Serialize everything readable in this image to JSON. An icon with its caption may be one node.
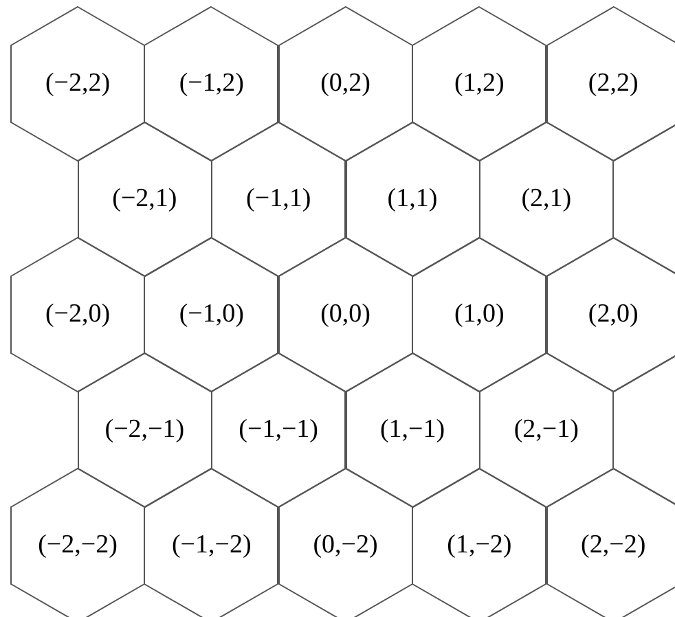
{
  "diagram": {
    "nodes": [
      {
        "text": [
          "(−2,2)"
        ]
      },
      {
        "text": [
          "(−1,2)"
        ]
      },
      {
        "text": [
          "(0,2)"
        ]
      },
      {
        "text": [
          "(1,2)"
        ]
      },
      {
        "text": [
          "(2,2)"
        ]
      },
      {
        "text": [
          "(−2,1)"
        ]
      },
      {
        "text": [
          "(−1,1)"
        ]
      },
      {
        "text": [
          "(1,1)"
        ]
      },
      {
        "text": [
          "(2,1)"
        ]
      },
      {
        "text": [],
        "shape": "hexagon"
      },
      {
        "text": [
          "(−2,0)"
        ]
      },
      {
        "text": [
          "(−1,0)"
        ]
      },
      {
        "text": [
          "(0,0)"
        ]
      },
      {
        "text": [
          "(1,0)"
        ]
      },
      {
        "text": [
          "(2,0)"
        ]
      },
      {
        "text": [
          "(−2,−1)"
        ]
      },
      {
        "text": [
          "(−1,−1)"
        ]
      },
      {
        "text": [
          "(1,−1)"
        ]
      },
      {
        "text": [
          "(2,−1)"
        ]
      },
      {
        "text": [],
        "shape": "hexagon"
      },
      {
        "text": [
          "(−2,−2)"
        ]
      },
      {
        "text": [
          "(−1,−2)"
        ]
      },
      {
        "text": [
          "(0,−2)"
        ]
      },
      {
        "text": [
          "(1,−2)"
        ]
      },
      {
        "text": [
          "(2,−2)"
        ]
      }
    ]
  }
}
